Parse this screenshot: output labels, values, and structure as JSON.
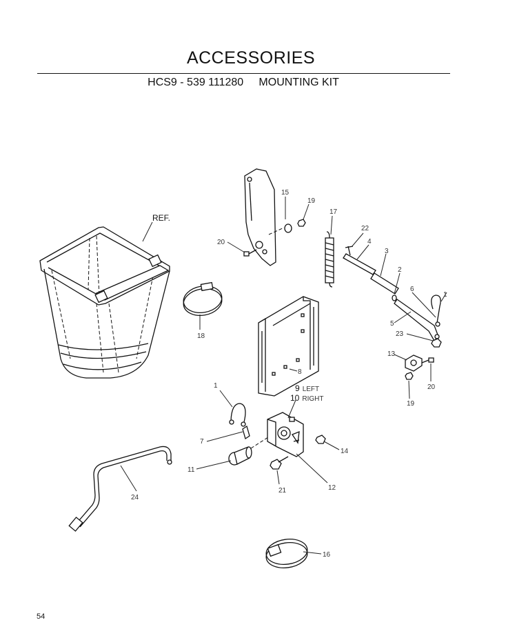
{
  "page": {
    "title": "ACCESSORIES",
    "subtitle": "HCS9 - 539 111280     MOUNTING KIT",
    "page_number": "54"
  },
  "callouts": {
    "ref": "REF.",
    "c1": "1",
    "c1b": "1",
    "c2": "2",
    "c3": "3",
    "c4": "4",
    "c5": "5",
    "c6": "6",
    "c7": "7",
    "c8": "8",
    "c9_num": "9",
    "c9_text": "LEFT",
    "c10_num": "10",
    "c10_text": "RIGHT",
    "c11": "11",
    "c12": "12",
    "c13": "13",
    "c14": "14",
    "c15": "15",
    "c16": "16",
    "c17": "17",
    "c18": "18",
    "c19a": "19",
    "c19b": "19",
    "c20a": "20",
    "c20b": "20",
    "c21": "21",
    "c22": "22",
    "c23": "23",
    "c24": "24"
  }
}
